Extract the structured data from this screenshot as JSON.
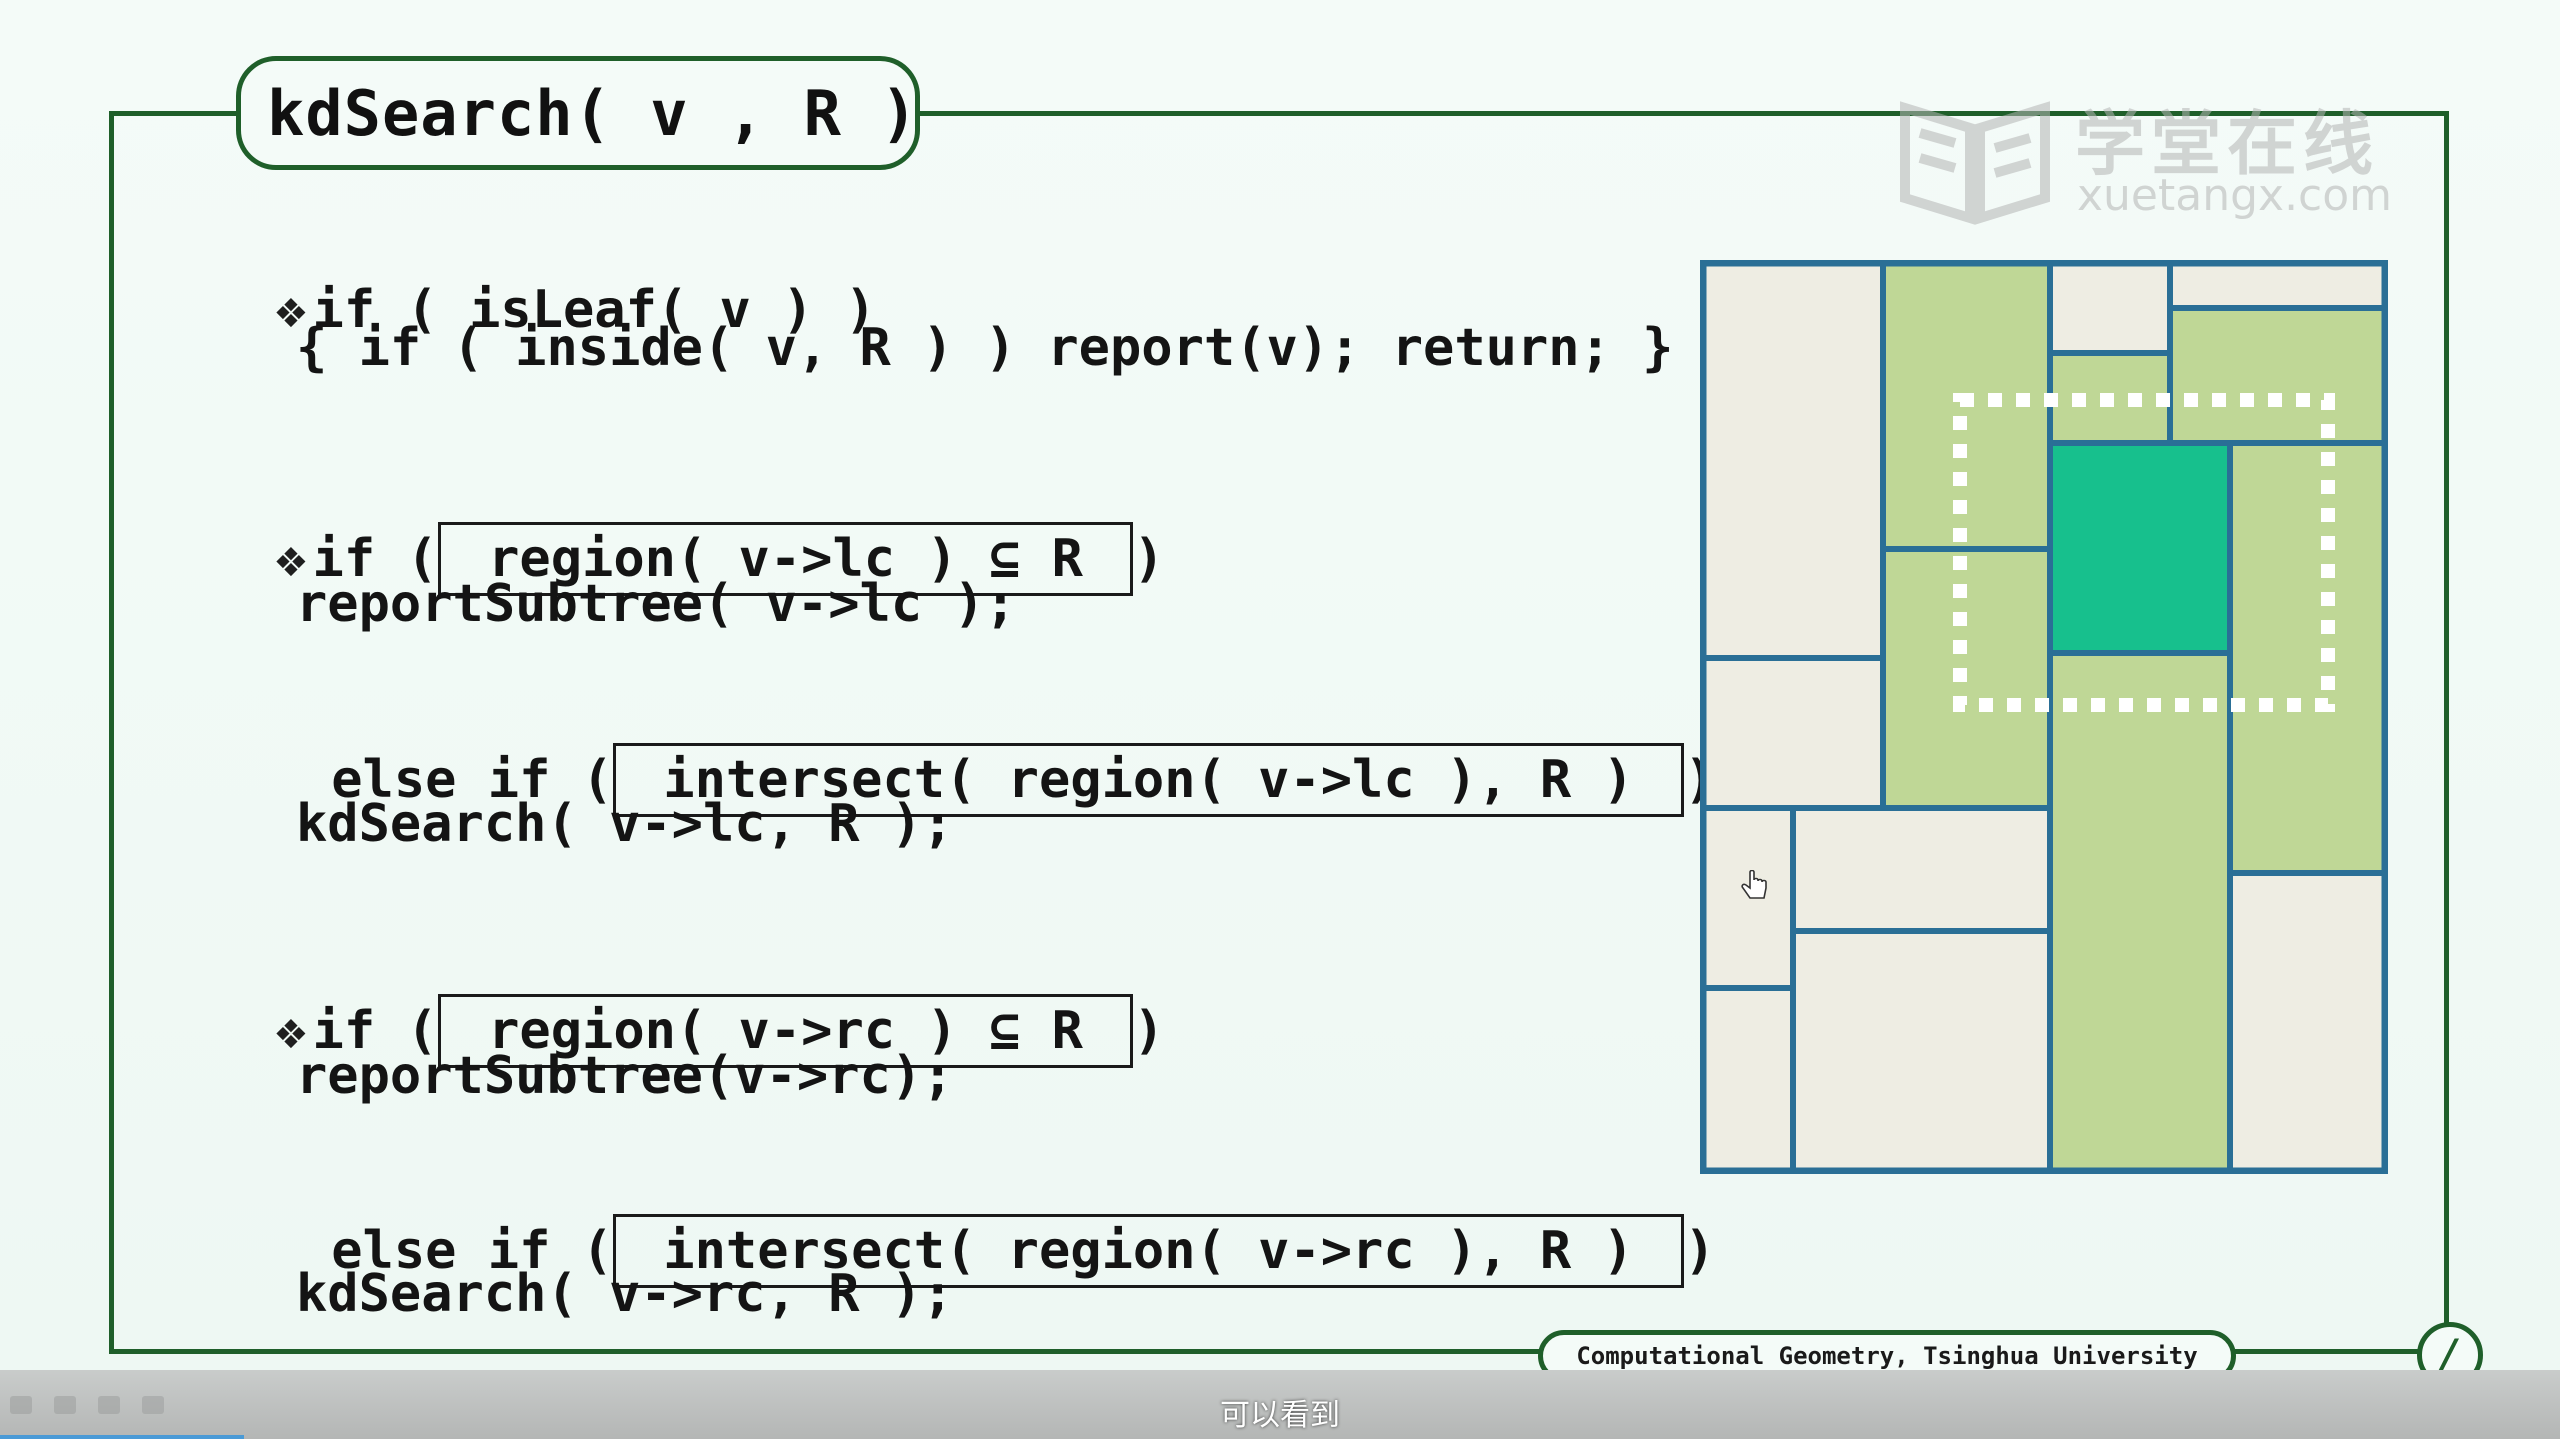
{
  "slide": {
    "title": "kdSearch( v , R )",
    "lines": [
      {
        "bullet": "❖",
        "text": "if ( isLeaf( v ) )"
      },
      {
        "text": "{ if ( inside( v, R ) ) report(v); return; }"
      },
      {
        "bullet": "❖",
        "prefix": "if (",
        "boxed": " region( v->lc ) ⊆ R ",
        "suffix": ")"
      },
      {
        "text": "reportSubtree( v->lc );"
      },
      {
        "prefix": "else if (",
        "boxed": " intersect( region( v->lc ), R ) ",
        "suffix": ")"
      },
      {
        "text": "kdSearch( v->lc, R );"
      },
      {
        "bullet": "❖",
        "prefix": "if (",
        "boxed": " region( v->rc ) ⊆ R ",
        "suffix": ")"
      },
      {
        "text": "reportSubtree(v->rc);"
      },
      {
        "prefix": "else if (",
        "boxed": " intersect( region( v->rc ), R ) ",
        "suffix": ")"
      },
      {
        "text": "kdSearch( v->rc, R );"
      }
    ],
    "footer": "Computational Geometry, Tsinghua University",
    "page_symbol": "/"
  },
  "watermark": {
    "cn": "学堂在线",
    "en": "xuetangx.com"
  },
  "subtitle": "可以看到",
  "colors": {
    "frame": "#1f5f2a",
    "region_border": "#2a6f96",
    "region_empty": "#eeede3",
    "region_partial": "#bfd796",
    "region_full": "#17c08d",
    "query_rect": "#ffffff"
  },
  "icons": [
    "bullet-diamond-icon",
    "hand-cursor-icon",
    "xuetangx-logo-icon"
  ]
}
